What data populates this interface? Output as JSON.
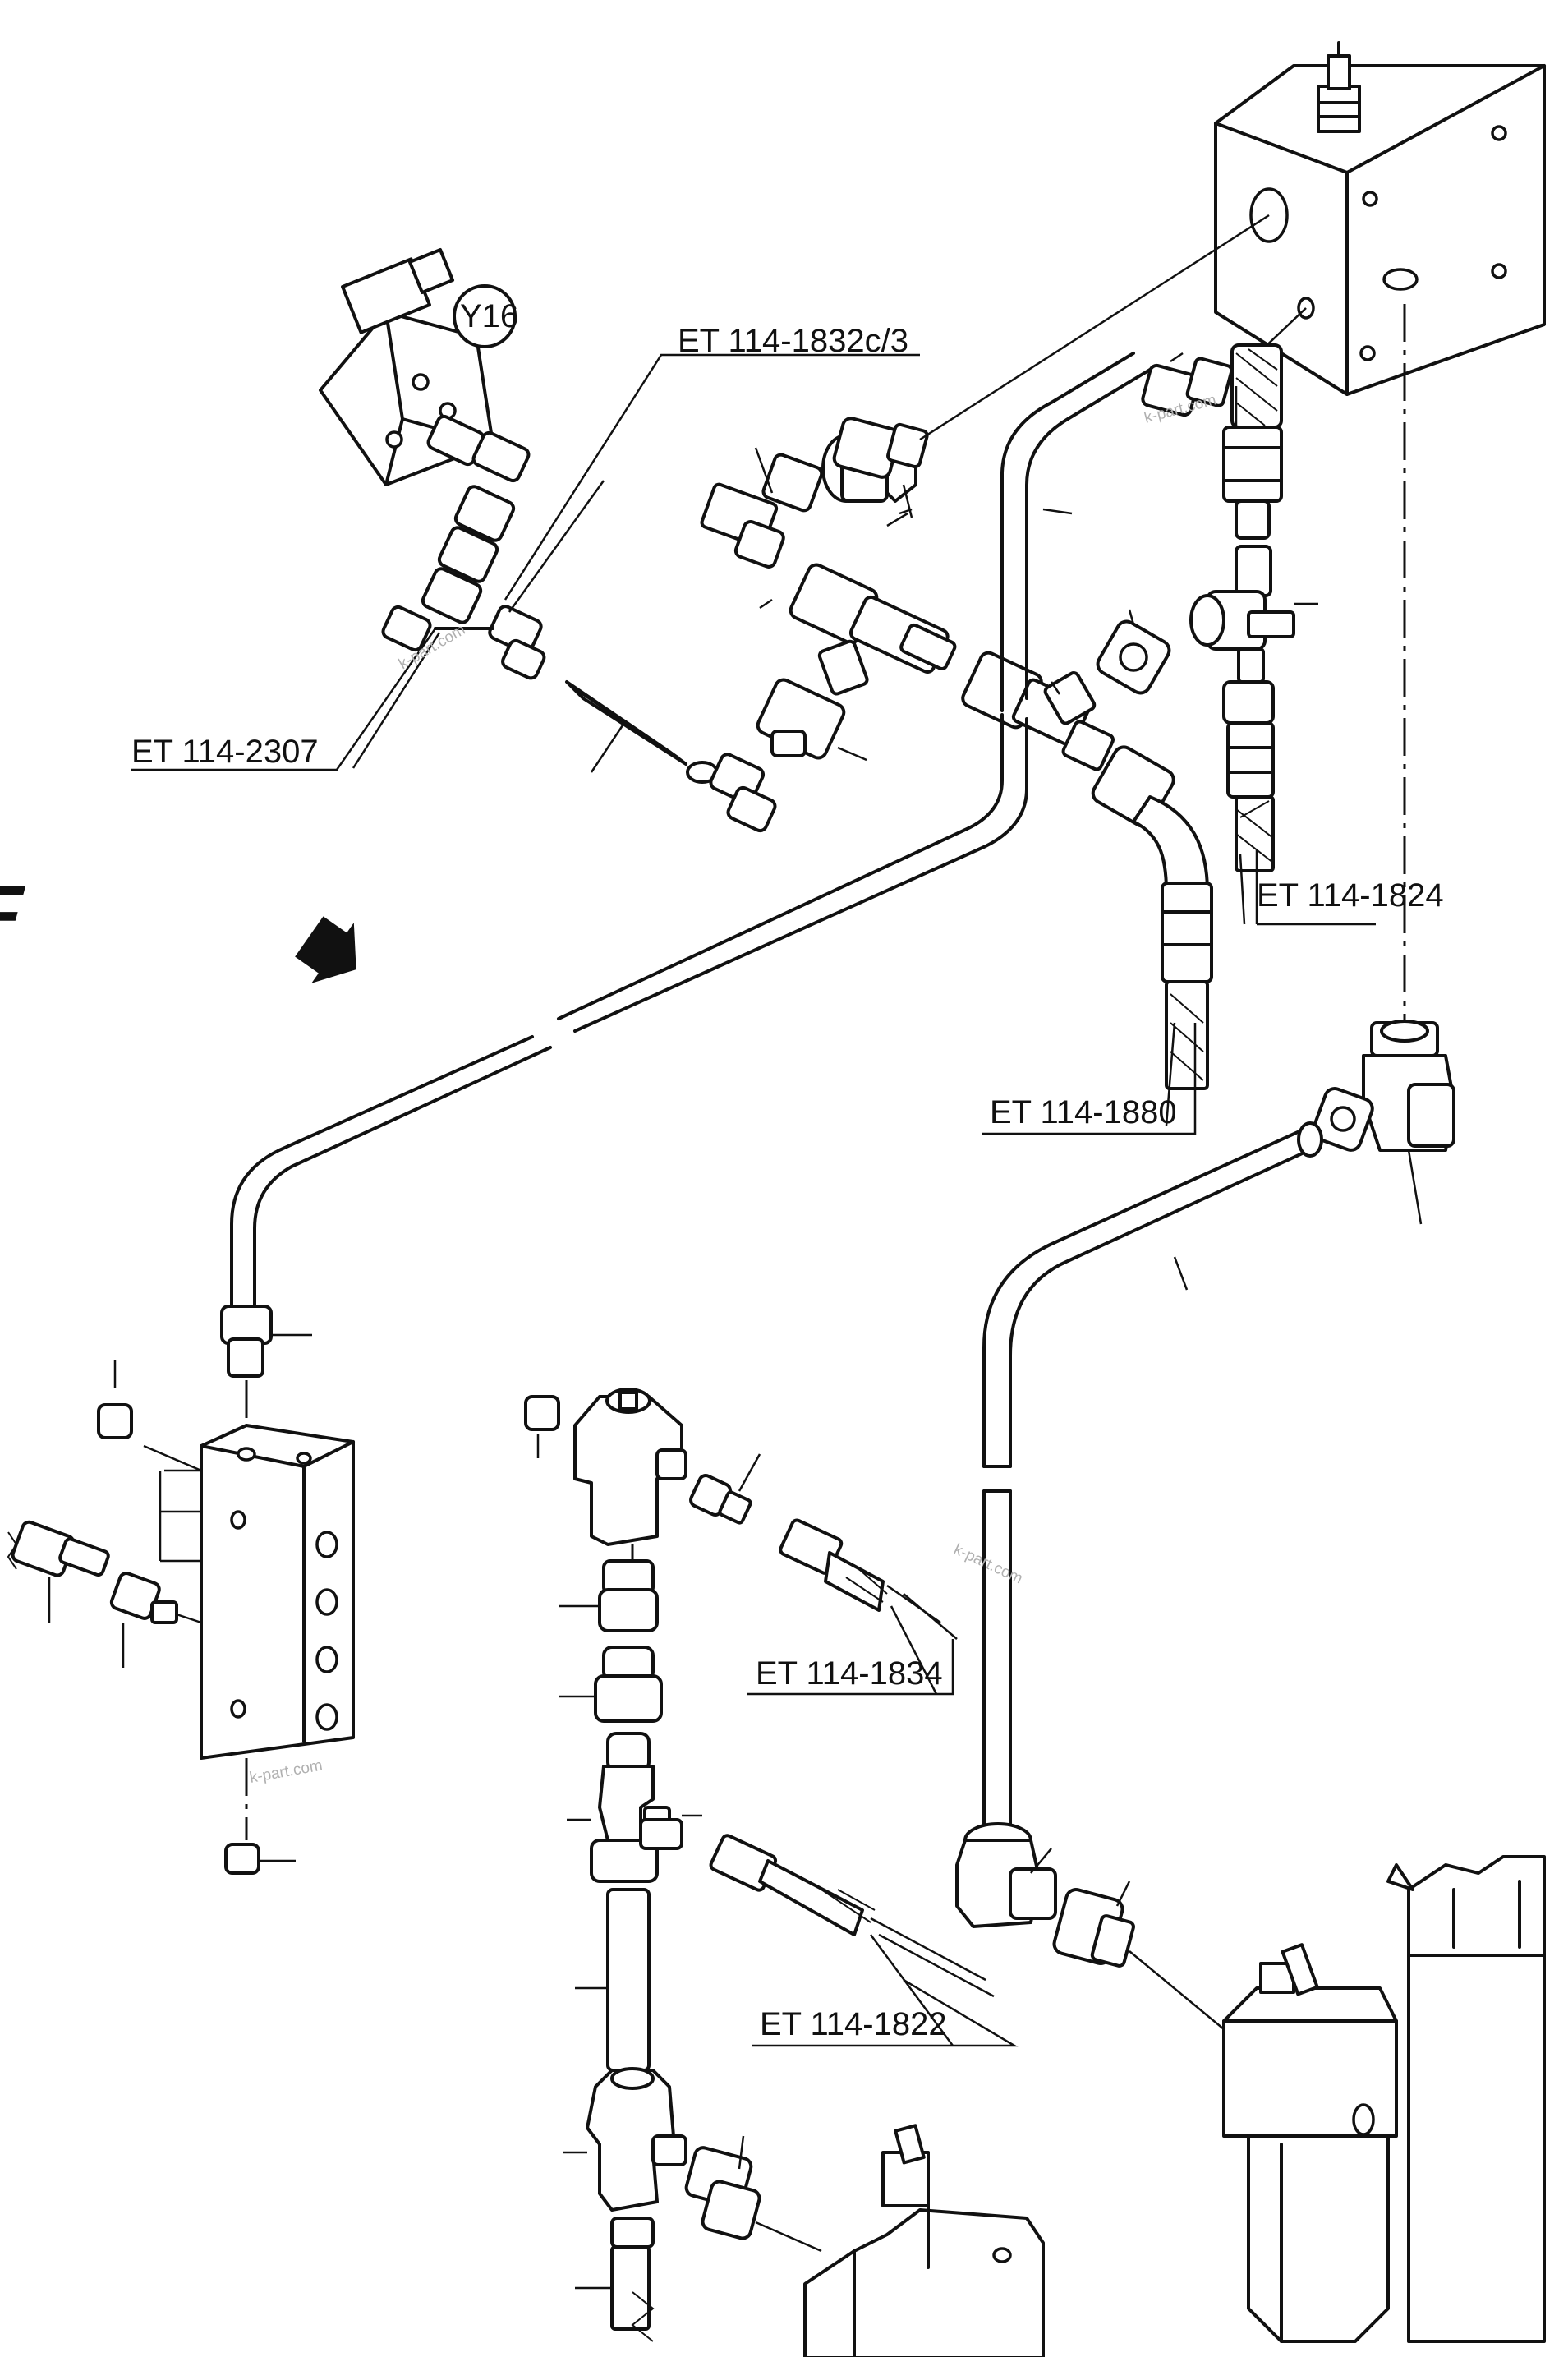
{
  "labels": {
    "et_1832c3": "ET 114-1832c/3",
    "et_2307": "ET 114-2307",
    "et_1824": "ET 114-1824",
    "et_1880": "ET 114-1880",
    "et_1834": "ET 114-1834",
    "et_1822": "ET 114-1822",
    "y16": "Y16",
    "direction": "F"
  },
  "watermark": "k-part.com"
}
